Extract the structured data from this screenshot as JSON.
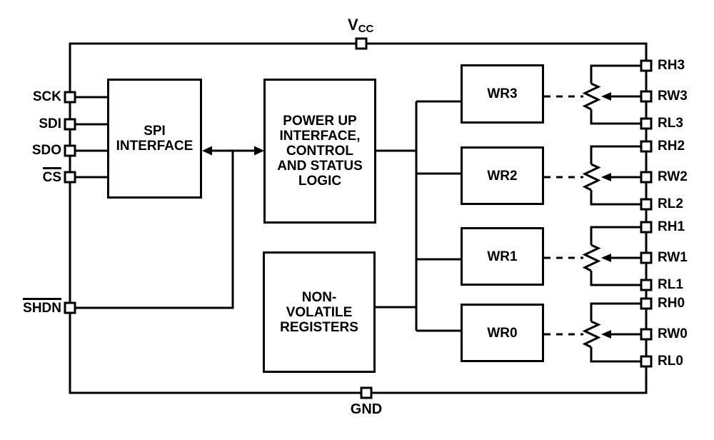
{
  "blocks": {
    "spi": "SPI\nINTERFACE",
    "power_up": "POWER UP\nINTERFACE,\nCONTROL\nAND STATUS\nLOGIC",
    "nonvolatile": "NON-\nVOLATILE\nREGISTERS",
    "wr3": "WR3",
    "wr2": "WR2",
    "wr1": "WR1",
    "wr0": "WR0"
  },
  "pins": {
    "vcc_main": "V",
    "vcc_sub": "CC",
    "gnd": "GND",
    "left": [
      {
        "label": "SCK",
        "overline": false
      },
      {
        "label": "SDI",
        "overline": false
      },
      {
        "label": "SDO",
        "overline": false
      },
      {
        "label": "CS",
        "overline": true
      },
      {
        "label": "SHDN",
        "overline": true
      }
    ],
    "right": [
      {
        "label": "RH3"
      },
      {
        "label": "RW3"
      },
      {
        "label": "RL3"
      },
      {
        "label": "RH2"
      },
      {
        "label": "RW2"
      },
      {
        "label": "RL2"
      },
      {
        "label": "RH1"
      },
      {
        "label": "RW1"
      },
      {
        "label": "RL1"
      },
      {
        "label": "RH0"
      },
      {
        "label": "RW0"
      },
      {
        "label": "RL0"
      }
    ]
  },
  "colors": {
    "line": "#000000",
    "background": "#ffffff",
    "text": "#000000"
  }
}
